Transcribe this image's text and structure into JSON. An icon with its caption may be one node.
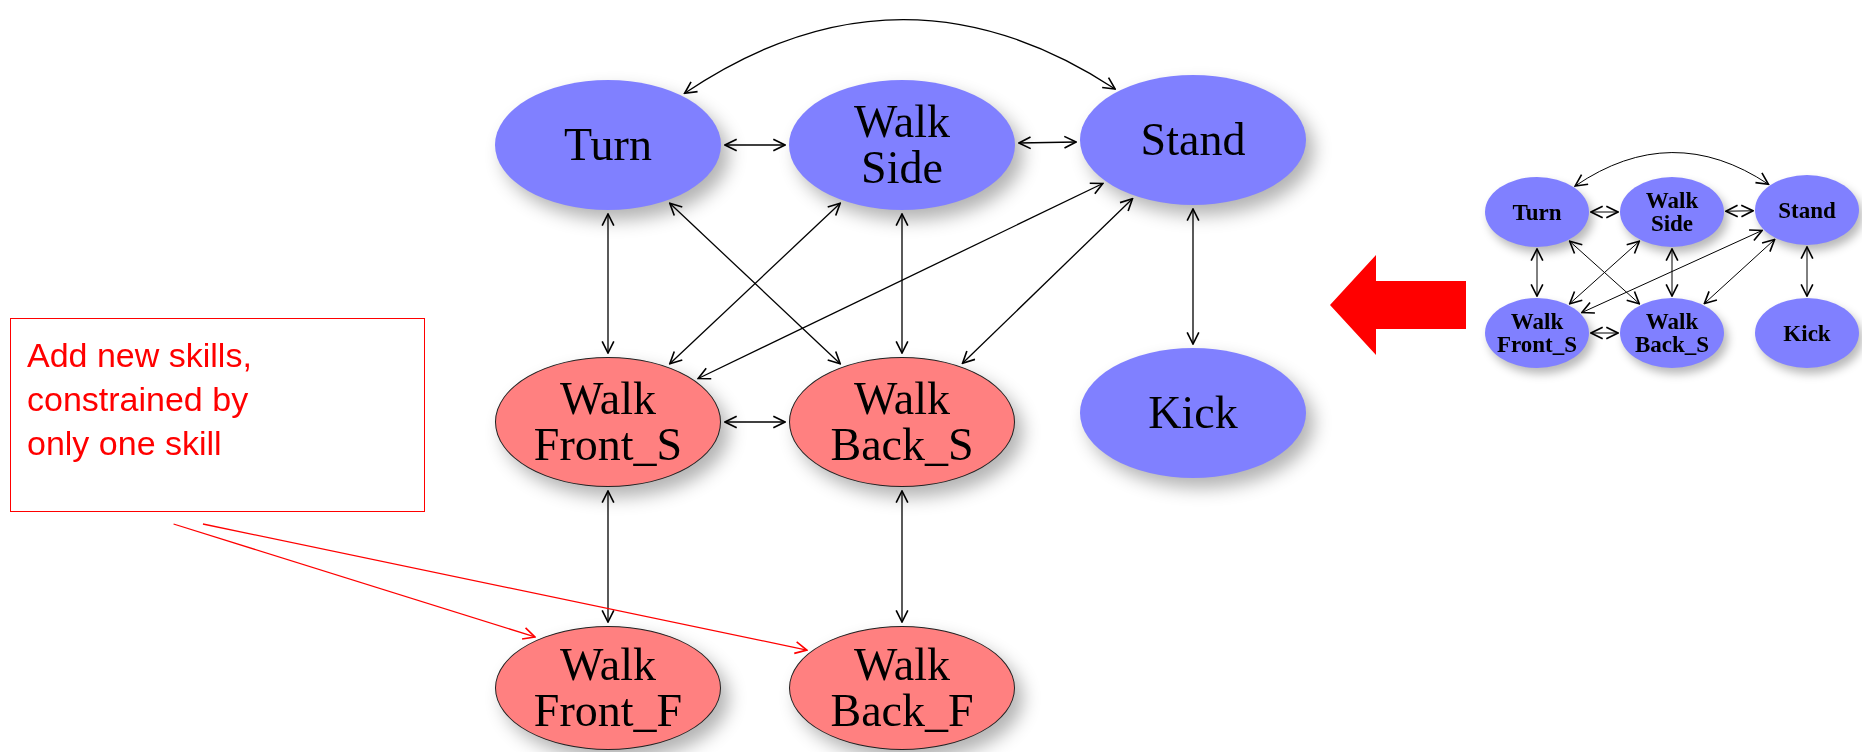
{
  "diagram": {
    "nodes": [
      {
        "text": [],
        "shape": "box"
      },
      {
        "text": [
          "Turn"
        ],
        "in": 0
      },
      {
        "text": [
          "Walk Side"
        ],
        "in": 0
      },
      {
        "text": [
          "Stand"
        ],
        "in": 0
      },
      {
        "text": [
          "Walk Front_S"
        ],
        "in": 0
      },
      {
        "text": [
          "Walk Back_S"
        ],
        "in": 0
      },
      {
        "text": [
          "Kick"
        ],
        "in": 0
      },
      {
        "text": [
          "Walk Front_F"
        ],
        "in": 0
      },
      {
        "text": [
          "Walk Back_F"
        ],
        "in": 0
      },
      {
        "text": [],
        "shape": "box"
      },
      {
        "text": [
          "Turn"
        ],
        "in": 9
      },
      {
        "text": [
          "Walk Side"
        ],
        "in": 9
      },
      {
        "text": [
          "Stand"
        ],
        "in": 9
      },
      {
        "text": [
          "Walk Front_S"
        ],
        "in": 9
      },
      {
        "text": [
          "Walk Back_S"
        ],
        "in": 9
      },
      {
        "text": [
          "Kick"
        ],
        "in": 9
      },
      {
        "text": [
          "Add new skills, constrained by only one skill"
        ]
      }
    ],
    "edges": [
      {
        "from": 1,
        "to": 2,
        "arrow": "both"
      },
      {
        "from": 2,
        "to": 3,
        "arrow": "both"
      },
      {
        "from": 1,
        "to": 3,
        "arrow": "both"
      },
      {
        "from": 1,
        "to": 4,
        "arrow": "both"
      },
      {
        "from": 1,
        "to": 5,
        "arrow": "both"
      },
      {
        "from": 2,
        "to": 4,
        "arrow": "both"
      },
      {
        "from": 2,
        "to": 5,
        "arrow": "both"
      },
      {
        "from": 3,
        "to": 4,
        "arrow": "both"
      },
      {
        "from": 3,
        "to": 5,
        "arrow": "both"
      },
      {
        "from": 3,
        "to": 6,
        "arrow": "both"
      },
      {
        "from": 4,
        "to": 5,
        "arrow": "both"
      },
      {
        "from": 4,
        "to": 7,
        "arrow": "both"
      },
      {
        "from": 5,
        "to": 8,
        "arrow": "both"
      },
      {
        "from": 10,
        "to": 11,
        "arrow": "both"
      },
      {
        "from": 11,
        "to": 12,
        "arrow": "both"
      },
      {
        "from": 10,
        "to": 12,
        "arrow": "both"
      },
      {
        "from": 10,
        "to": 13,
        "arrow": "both"
      },
      {
        "from": 10,
        "to": 14,
        "arrow": "both"
      },
      {
        "from": 11,
        "to": 13,
        "arrow": "both"
      },
      {
        "from": 11,
        "to": 14,
        "arrow": "both"
      },
      {
        "from": 12,
        "to": 13,
        "arrow": "both"
      },
      {
        "from": 12,
        "to": 14,
        "arrow": "both"
      },
      {
        "from": 12,
        "to": 15,
        "arrow": "both"
      },
      {
        "from": 13,
        "to": 14,
        "arrow": "both"
      },
      {
        "from": 16,
        "to": 7,
        "arrow": "to",
        "color": "#ff0000"
      },
      {
        "from": 16,
        "to": 8,
        "arrow": "to",
        "color": "#ff0000"
      },
      {
        "from": 9,
        "to": 0,
        "arrow": "to",
        "style": "thick",
        "color": "#ff0000"
      }
    ]
  }
}
